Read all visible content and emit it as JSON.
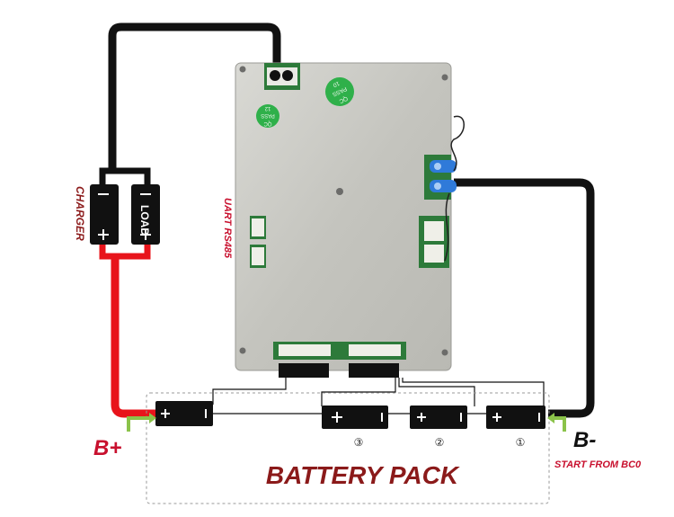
{
  "labels": {
    "charger": "CHARGER",
    "load": "LOAD",
    "uart": "UART  RS485",
    "b_plus": "B+",
    "b_minus": "B-",
    "start_from": "START FROM BC0",
    "battery_pack": "BATTERY PACK"
  },
  "qc_stickers": [
    {
      "line1": "QC",
      "line2": "PASS",
      "line3": "12"
    },
    {
      "line1": "QC",
      "line2": "PASS",
      "line3": "10"
    }
  ],
  "cells": [
    {
      "number": "③"
    },
    {
      "number": "②"
    },
    {
      "number": "①"
    }
  ],
  "terminal_symbols": {
    "plus": "+",
    "minus": "−"
  },
  "colors": {
    "red_label": "#c8102e",
    "dark_red_label": "#8b1a1a",
    "wire_red": "#e8141b",
    "wire_black": "#111111",
    "green_arrow": "#8bc34a",
    "board": "#c9c9c4",
    "sticker": "#2fb04a"
  }
}
